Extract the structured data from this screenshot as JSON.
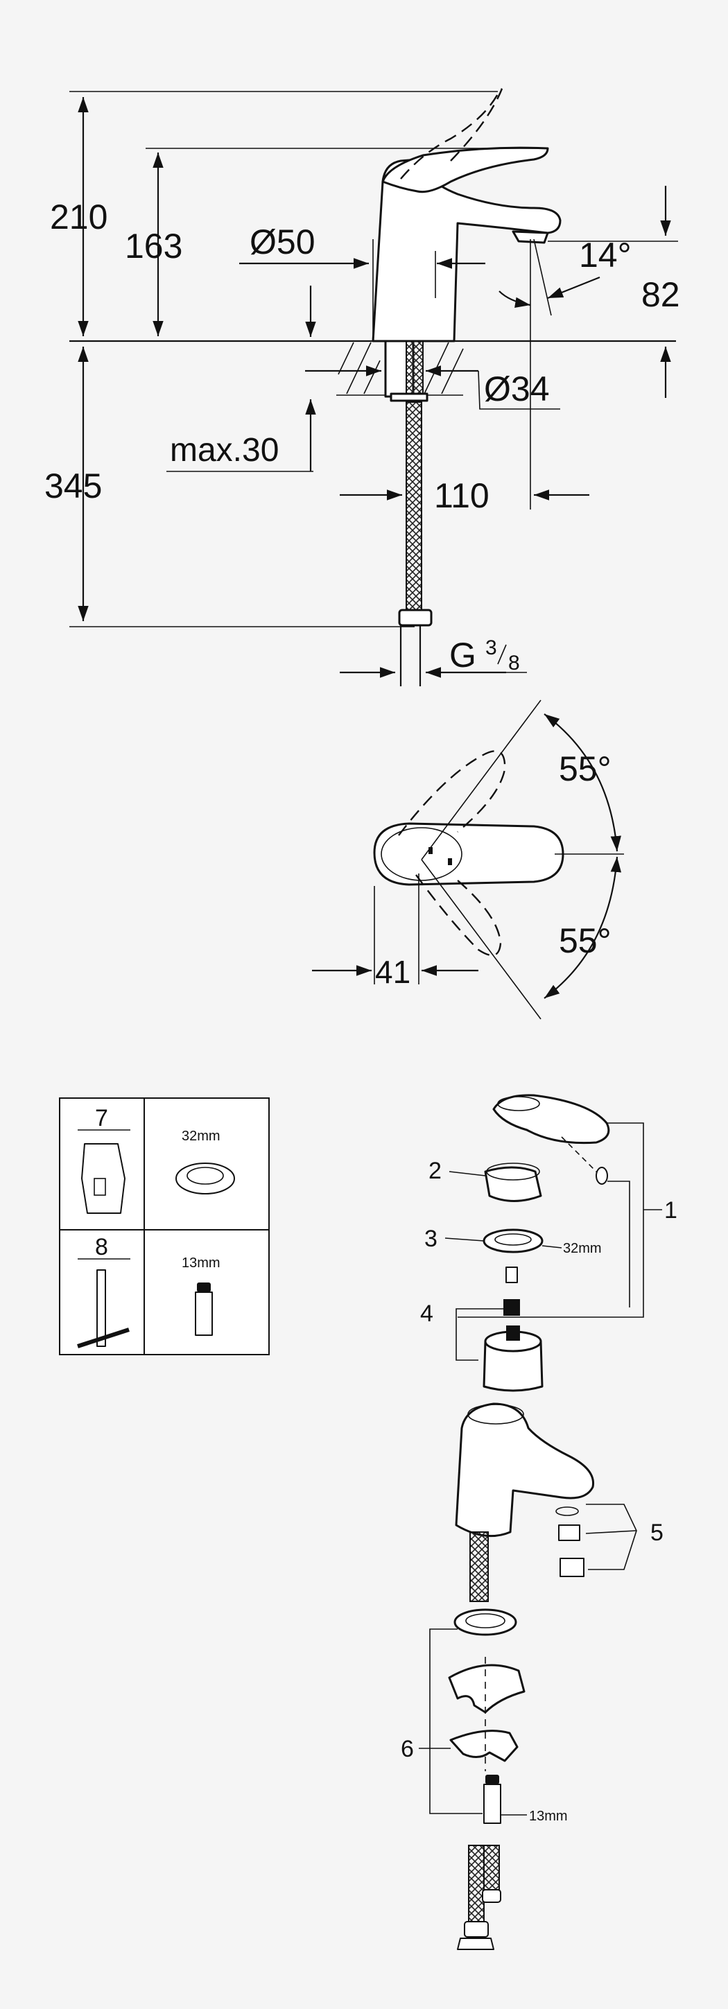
{
  "side_view": {
    "dim_height_total": "210",
    "dim_height_spout": "163",
    "dim_base_diameter": "Ø50",
    "dim_spout_angle": "14°",
    "dim_spout_clearance": "82",
    "dim_hole_diameter": "Ø34",
    "dim_max_thickness": "max.30",
    "dim_hose_length": "345",
    "dim_projection": "110",
    "dim_connection_main": "G",
    "dim_connection_num": "3",
    "dim_connection_den": "8"
  },
  "top_view": {
    "angle_left": "55°",
    "angle_right": "55°",
    "dim_width": "41"
  },
  "tools_table": {
    "row1_number": "7",
    "row1_size": "32mm",
    "row2_number": "8",
    "row2_size": "13mm"
  },
  "exploded_view": {
    "callouts": [
      "1",
      "2",
      "3",
      "4",
      "5",
      "6"
    ],
    "label_32mm": "32mm",
    "label_13mm": "13mm"
  }
}
